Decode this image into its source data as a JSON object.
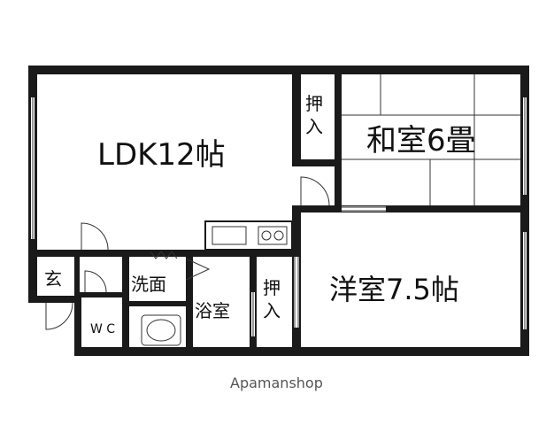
{
  "rooms": {
    "ldk": "LDK12帖",
    "washitsu": "和室6畳",
    "youshitsu": "洋室7.5帖",
    "oshiire_top": "押入",
    "oshiire_bottom": "押入",
    "genkan": "玄",
    "senmen": "洗面",
    "yokushitsu": "浴室",
    "wc": "W C"
  },
  "watermark": "Apamanshop"
}
